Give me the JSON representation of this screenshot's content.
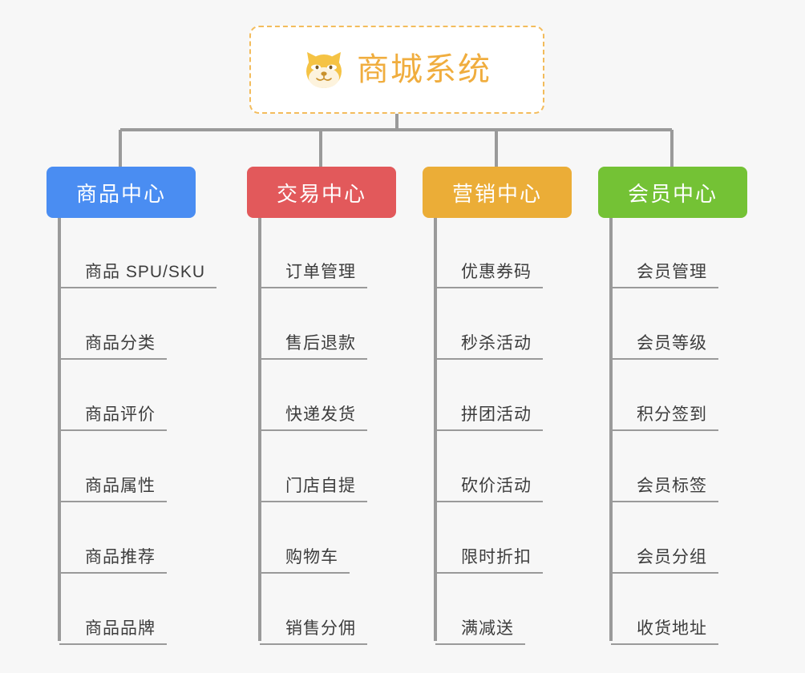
{
  "page": {
    "background_color": "#f7f7f7",
    "title": "商城系统"
  },
  "root": {
    "icon": "dog-face-icon",
    "label": "商城系统",
    "text_color": "#f0ad3e",
    "border_color": "#f3bc5c",
    "background_color": "#ffffff"
  },
  "connector_color": "#9a9a9a",
  "columns": [
    {
      "id": "product-center",
      "label": "商品中心",
      "color": "#4a8df2",
      "items": [
        "商品 SPU/SKU",
        "商品分类",
        "商品评价",
        "商品属性",
        "商品推荐",
        "商品品牌"
      ]
    },
    {
      "id": "trade-center",
      "label": "交易中心",
      "color": "#e2595b",
      "items": [
        "订单管理",
        "售后退款",
        "快递发货",
        "门店自提",
        "购物车",
        "销售分佣"
      ]
    },
    {
      "id": "marketing-center",
      "label": "营销中心",
      "color": "#ebad37",
      "items": [
        "优惠券码",
        "秒杀活动",
        "拼团活动",
        "砍价活动",
        "限时折扣",
        "满减送"
      ]
    },
    {
      "id": "member-center",
      "label": "会员中心",
      "color": "#74c235",
      "items": [
        "会员管理",
        "会员等级",
        "积分签到",
        "会员标签",
        "会员分组",
        "收货地址"
      ]
    }
  ]
}
